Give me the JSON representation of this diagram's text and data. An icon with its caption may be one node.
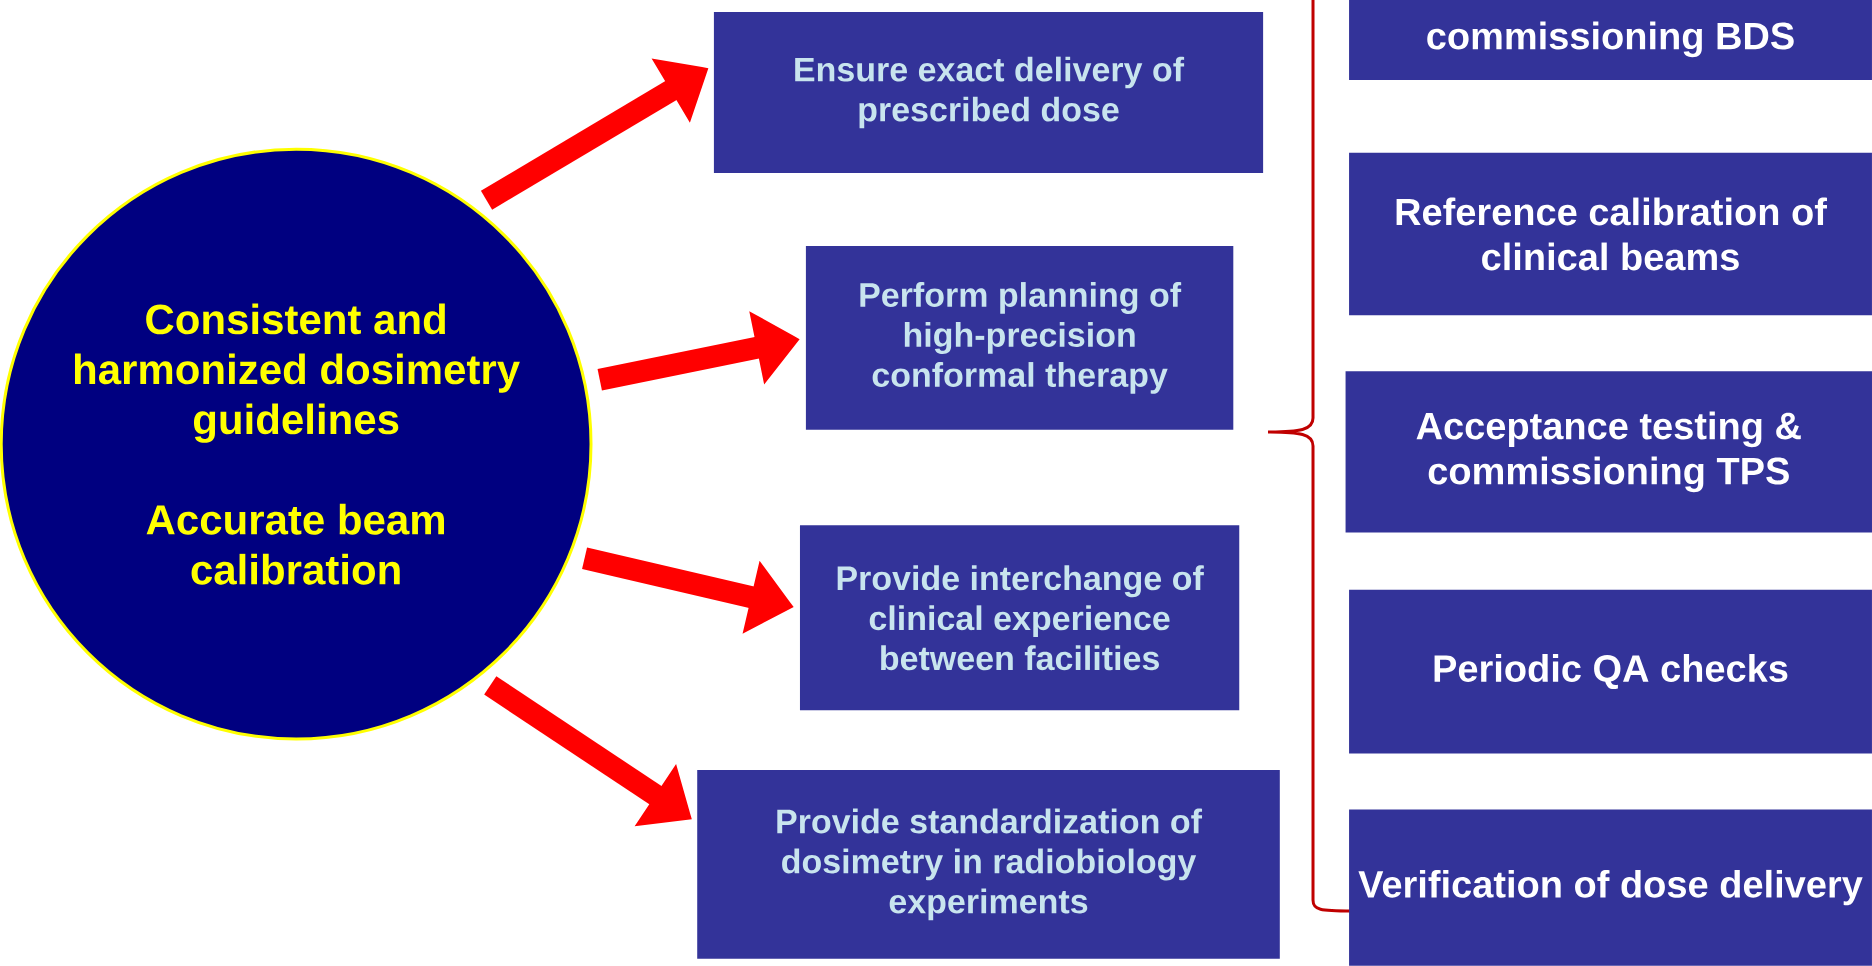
{
  "diagram": {
    "nodes": [
      {
        "text": [
          "Consistent and harmonized dosimetry  guidelines",
          "Accurate beam calibration"
        ]
      },
      {
        "text": [
          "Ensure exact delivery of prescribed dose"
        ]
      },
      {
        "text": [
          "Perform planning of high-precision conformal therapy"
        ]
      },
      {
        "text": [
          "Provide interchange of clinical experience between facilities"
        ]
      },
      {
        "text": [
          "Provide standardization of dosimetry in radiobiology experiments"
        ]
      },
      {
        "text": [
          "commissioning BDS"
        ]
      },
      {
        "text": [
          "Reference calibration of clinical beams"
        ]
      },
      {
        "text": [
          "Acceptance testing & commissioning TPS"
        ]
      },
      {
        "text": [
          "Periodic QA checks"
        ]
      },
      {
        "text": [
          "Verification of dose delivery"
        ]
      }
    ],
    "edges": [
      {
        "from": 0,
        "to": 1,
        "arrow": "to"
      },
      {
        "from": 0,
        "to": 2,
        "arrow": "to"
      },
      {
        "from": 0,
        "to": 3,
        "arrow": "to"
      },
      {
        "from": 0,
        "to": 4,
        "arrow": "to"
      }
    ]
  }
}
